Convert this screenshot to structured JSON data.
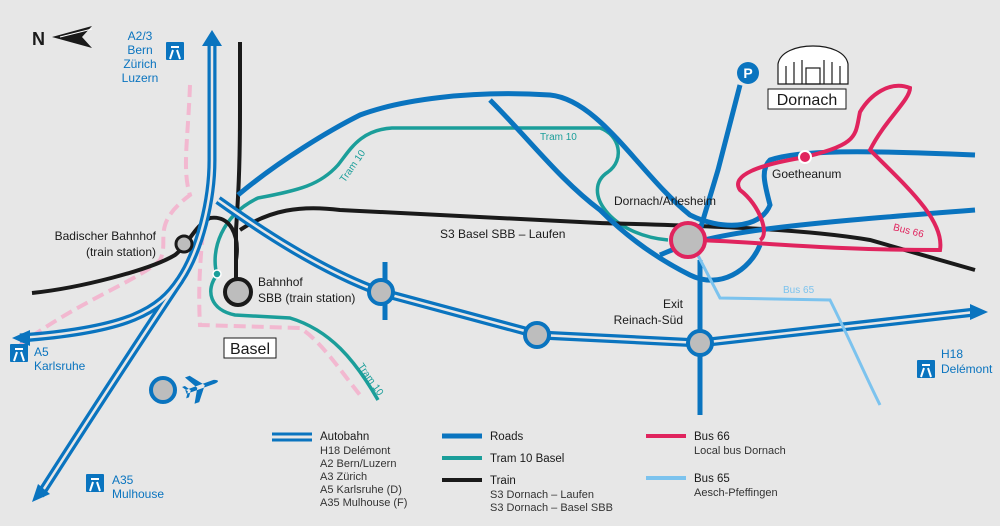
{
  "compass": {
    "letter": "N"
  },
  "cities": {
    "basel": "Basel",
    "dornach": "Dornach"
  },
  "stations": {
    "badischer_1": "Badischer Bahnhof",
    "badischer_2": "(train station)",
    "sbb_1": "Bahnhof",
    "sbb_2": "SBB (train station)",
    "dornach_arlesheim": "Dornach/Arlesheim",
    "goetheanum": "Goetheanum",
    "exit_1": "Exit",
    "exit_2": "Reinach-Süd"
  },
  "routes": {
    "s3": "S3 Basel SBB – Laufen",
    "tram10_a": "Tram 10",
    "tram10_b": "Tram 10",
    "tram10_c": "Tram 10",
    "bus65": "Bus 65",
    "bus66": "Bus 66"
  },
  "motorways": {
    "a23": {
      "code": "A2/3",
      "dest1": "Bern",
      "dest2": "Zürich",
      "dest3": "Luzern"
    },
    "a5": {
      "code": "A5",
      "dest1": "Karlsruhe"
    },
    "a35": {
      "code": "A35",
      "dest1": "Mulhouse"
    },
    "h18": {
      "code": "H18",
      "dest1": "Delémont"
    }
  },
  "legend": {
    "autobahn": {
      "title": "Autobahn",
      "items": [
        "H18 Delémont",
        "A2 Bern/Luzern",
        "A3 Zürich",
        "A5 Karlsruhe (D)",
        "A35 Mulhouse (F)"
      ]
    },
    "roads": {
      "title": "Roads"
    },
    "tram10": {
      "title": "Tram 10 Basel"
    },
    "train": {
      "title": "Train",
      "items": [
        "S3 Dornach – Laufen",
        "S3 Dornach – Basel SBB"
      ]
    },
    "bus66": {
      "title": "Bus 66",
      "sub": "Local bus Dornach"
    },
    "bus65": {
      "title": "Bus 65",
      "sub": "Aesch-Pfeffingen"
    }
  },
  "colors": {
    "background": "#e7e7e7",
    "road": "#0a74bf",
    "tram": "#1b9e9a",
    "train": "#1a1a1a",
    "bus66": "#e0245e",
    "bus65": "#7cc3ee",
    "border": "#f2b8d0"
  },
  "icons": [
    "north-arrow-icon",
    "motorway-icon",
    "parking-icon",
    "goetheanum-building-icon",
    "airplane-icon"
  ]
}
